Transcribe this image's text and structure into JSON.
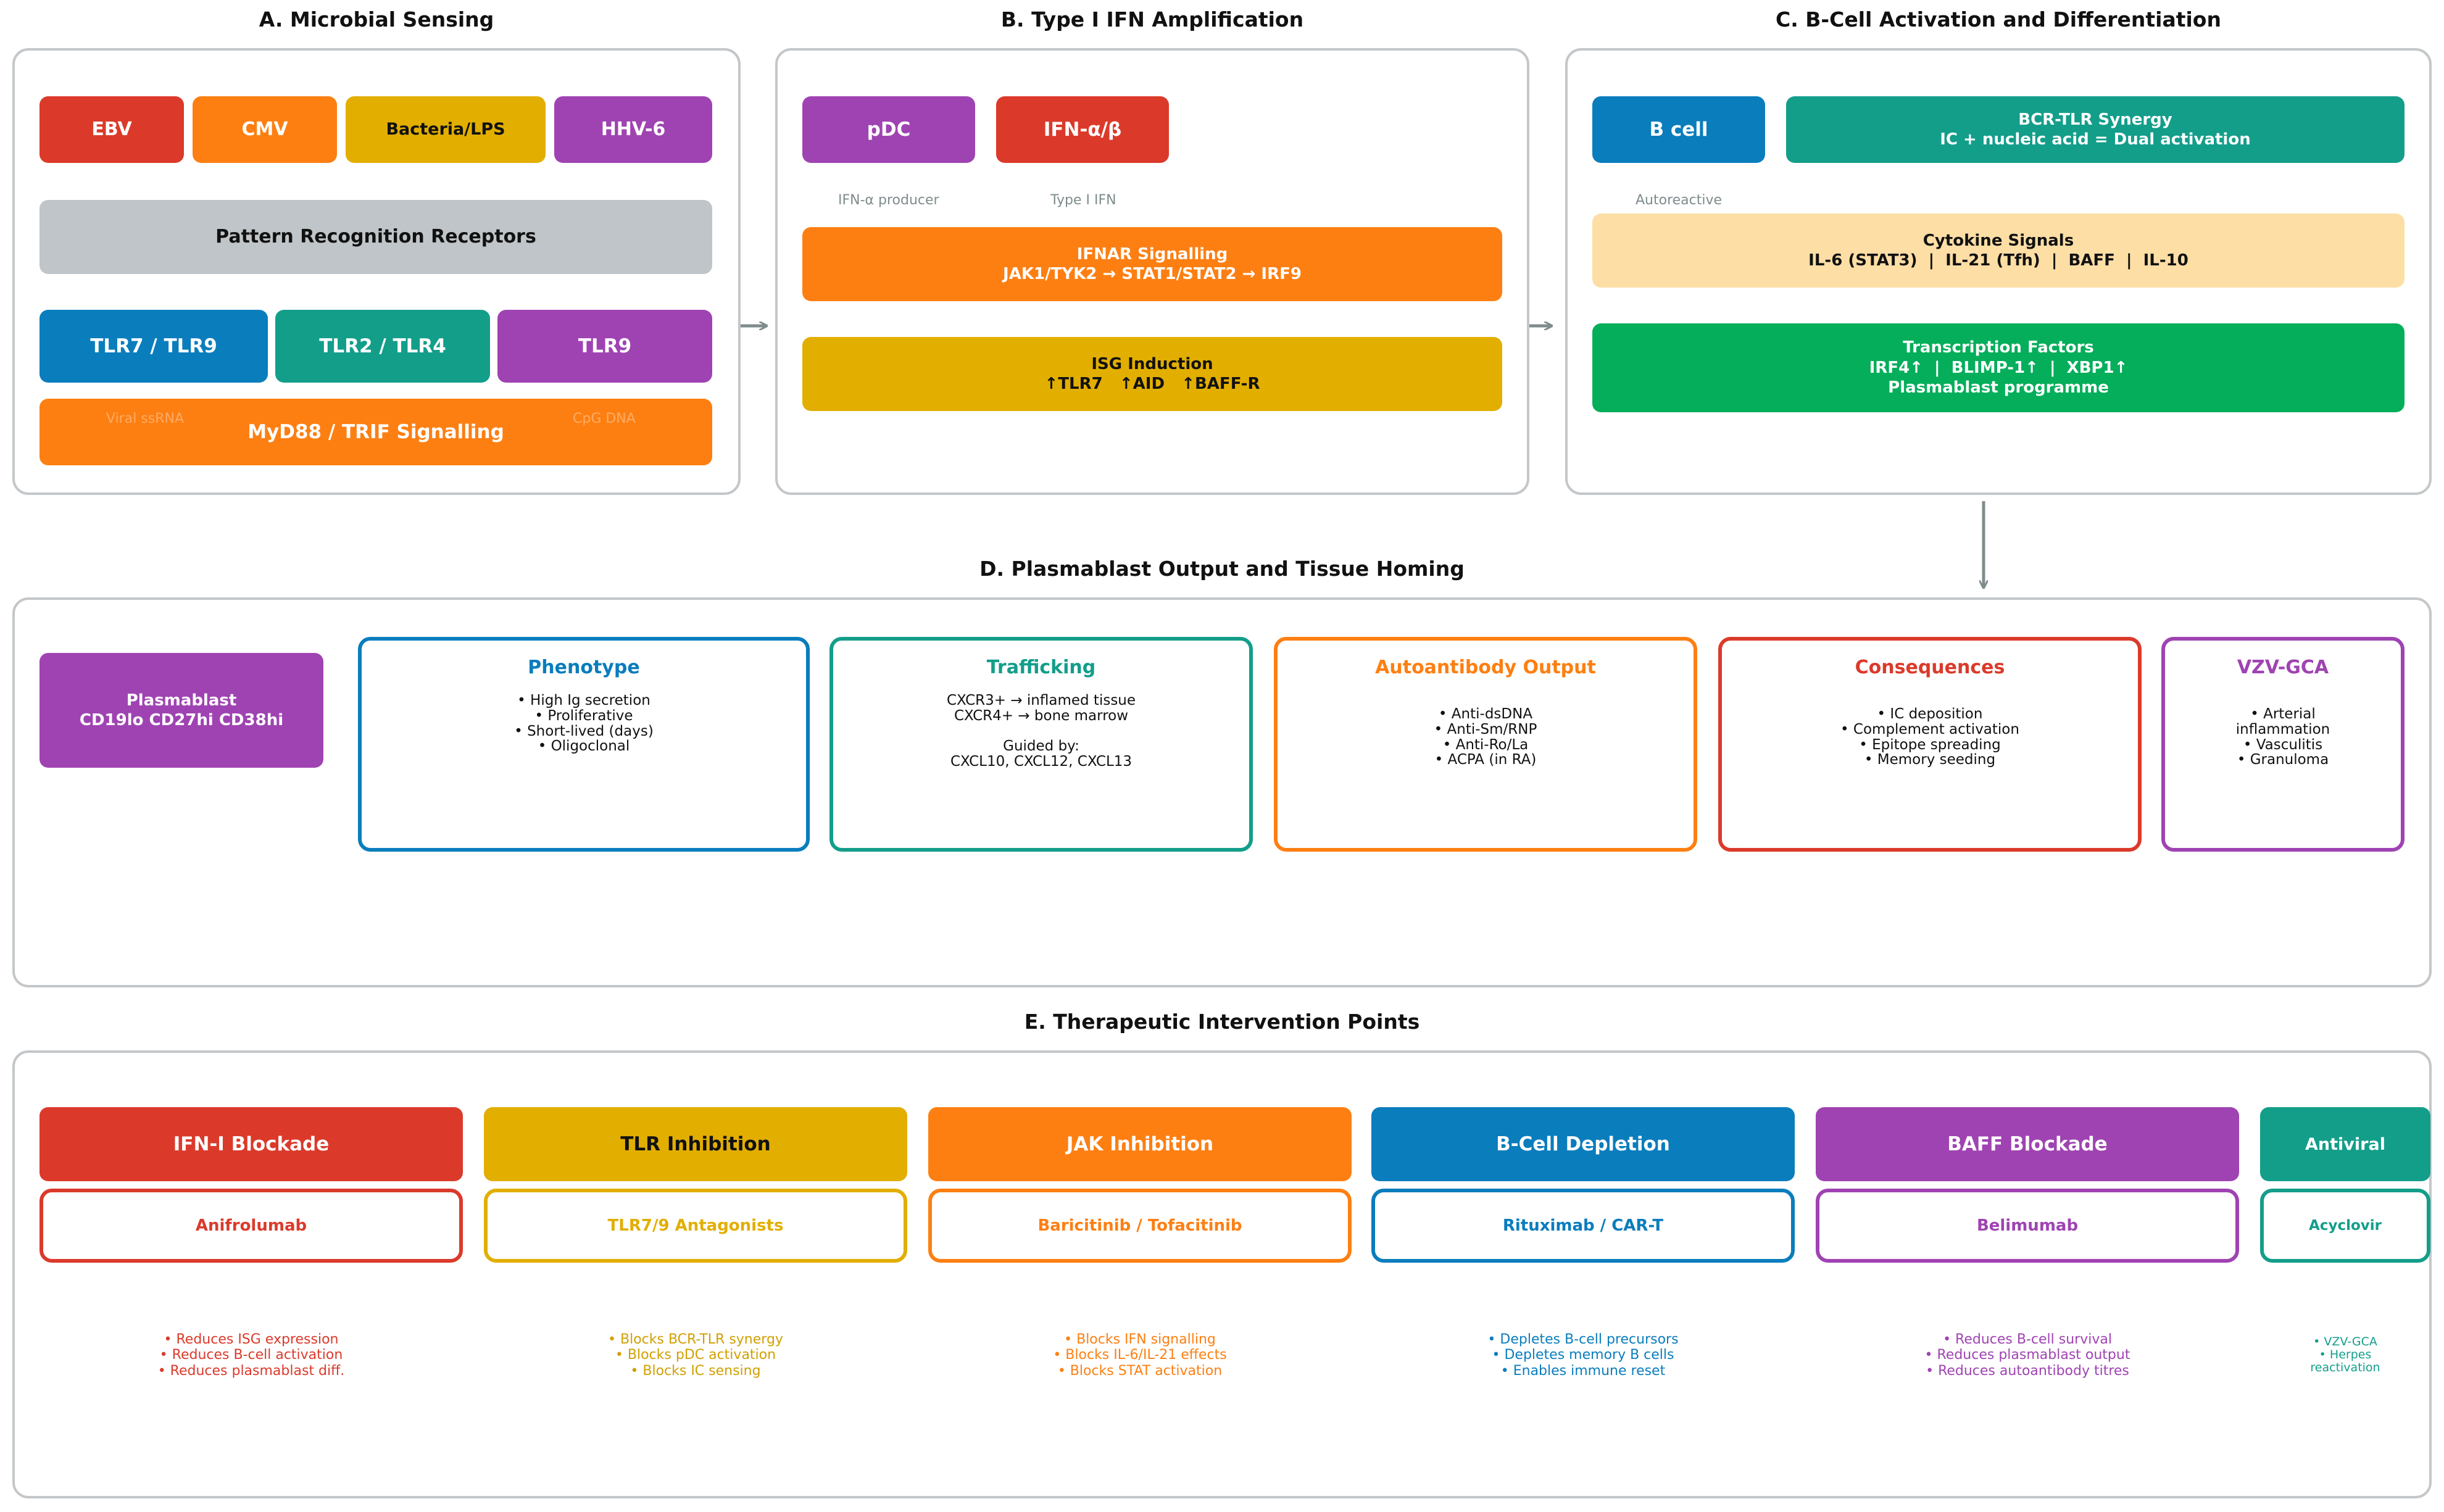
{
  "colors": {
    "red": "#db3a2b",
    "orange": "#fd7f12",
    "gold": "#e2ae00",
    "purple": "#9f43b2",
    "blue": "#0a7dbd",
    "teal": "#139e8a",
    "green": "#04ae5b",
    "grey": "#bfc5c8",
    "peach": "#fddea5",
    "panel_border": "#c4c7c9",
    "arrow": "#7f8c8d"
  },
  "panelA": {
    "title": "A. Microbial Sensing",
    "pathogens": [
      "EBV",
      "CMV",
      "Bacteria/LPS",
      "HHV-6"
    ],
    "prr": "Pattern Recognition Receptors",
    "tlrs": [
      "TLR7 / TLR9",
      "TLR2 / TLR4",
      "TLR9"
    ],
    "myd88": "MyD88 / TRIF Signalling",
    "faint_left": "Viral ssRNA",
    "faint_right": "CpG DNA"
  },
  "panelB": {
    "title": "B. Type I IFN Amplification",
    "pdc": "pDC",
    "ifn": "IFN-α/β",
    "pdc_note": "IFN-α producer",
    "ifn_note": "Type I IFN",
    "ifnar_line1": "IFNAR Signalling",
    "ifnar_line2": "JAK1/TYK2 → STAT1/STAT2 → IRF9",
    "isg_line1": "ISG Induction",
    "isg_line2": "↑TLR7   ↑AID   ↑BAFF-R"
  },
  "panelC": {
    "title": "C. B-Cell Activation and Differentiation",
    "bcell": "B cell",
    "synergy_line1": "BCR-TLR Synergy",
    "synergy_line2": "IC + nucleic acid = Dual activation",
    "autoreactive": "Autoreactive",
    "cyto_line1": "Cytokine Signals",
    "cyto_line2": "IL-6 (STAT3)  |  IL-21 (Tfh)  |  BAFF  |  IL-10",
    "tf_line1": "Transcription Factors",
    "tf_line2": "IRF4↑  |  BLIMP-1↑  |  XBP1↑",
    "tf_line3": "Plasmablast programme"
  },
  "panelD": {
    "title": "D. Plasmablast Output and Tissue Homing",
    "plasma_line1": "Plasmablast",
    "plasma_line2": "CD19lo CD27hi CD38hi",
    "cards": [
      {
        "title": "Phenotype",
        "body": "• High Ig secretion\n• Proliferative\n• Short-lived (days)\n• Oligoclonal"
      },
      {
        "title": "Trafficking",
        "body": "CXCR3+ → inflamed tissue\nCXCR4+ → bone marrow\n\nGuided by:\nCXCL10, CXCL12, CXCL13"
      },
      {
        "title": "Autoantibody Output",
        "body": "• Anti-dsDNA\n• Anti-Sm/RNP\n• Anti-Ro/La\n• ACPA (in RA)"
      },
      {
        "title": "Consequences",
        "body": "• IC deposition\n• Complement activation\n• Epitope spreading\n• Memory seeding"
      },
      {
        "title": "VZV-GCA",
        "body": "• Arterial\ninflammation\n• Vasculitis\n• Granuloma"
      }
    ]
  },
  "panelE": {
    "title": "E. Therapeutic Intervention Points",
    "columns": [
      {
        "head": "IFN-I Blockade",
        "drug": "Anifrolumab",
        "effects": "• Reduces ISG expression\n• Reduces B-cell activation\n• Reduces plasmablast diff."
      },
      {
        "head": "TLR Inhibition",
        "drug": "TLR7/9 Antagonists",
        "effects": "• Blocks BCR-TLR synergy\n• Blocks pDC activation\n• Blocks IC sensing"
      },
      {
        "head": "JAK Inhibition",
        "drug": "Baricitinib / Tofacitinib",
        "effects": "• Blocks IFN signalling\n• Blocks IL-6/IL-21 effects\n• Blocks STAT activation"
      },
      {
        "head": "B-Cell Depletion",
        "drug": "Rituximab / CAR-T",
        "effects": "• Depletes B-cell precursors\n• Depletes memory B cells\n• Enables immune reset"
      },
      {
        "head": "BAFF Blockade",
        "drug": "Belimumab",
        "effects": "• Reduces B-cell survival\n• Reduces plasmablast output\n• Reduces autoantibody titres"
      },
      {
        "head": "Antiviral",
        "drug": "Acyclovir",
        "effects": "• VZV-GCA\n• Herpes\nreactivation"
      }
    ]
  }
}
